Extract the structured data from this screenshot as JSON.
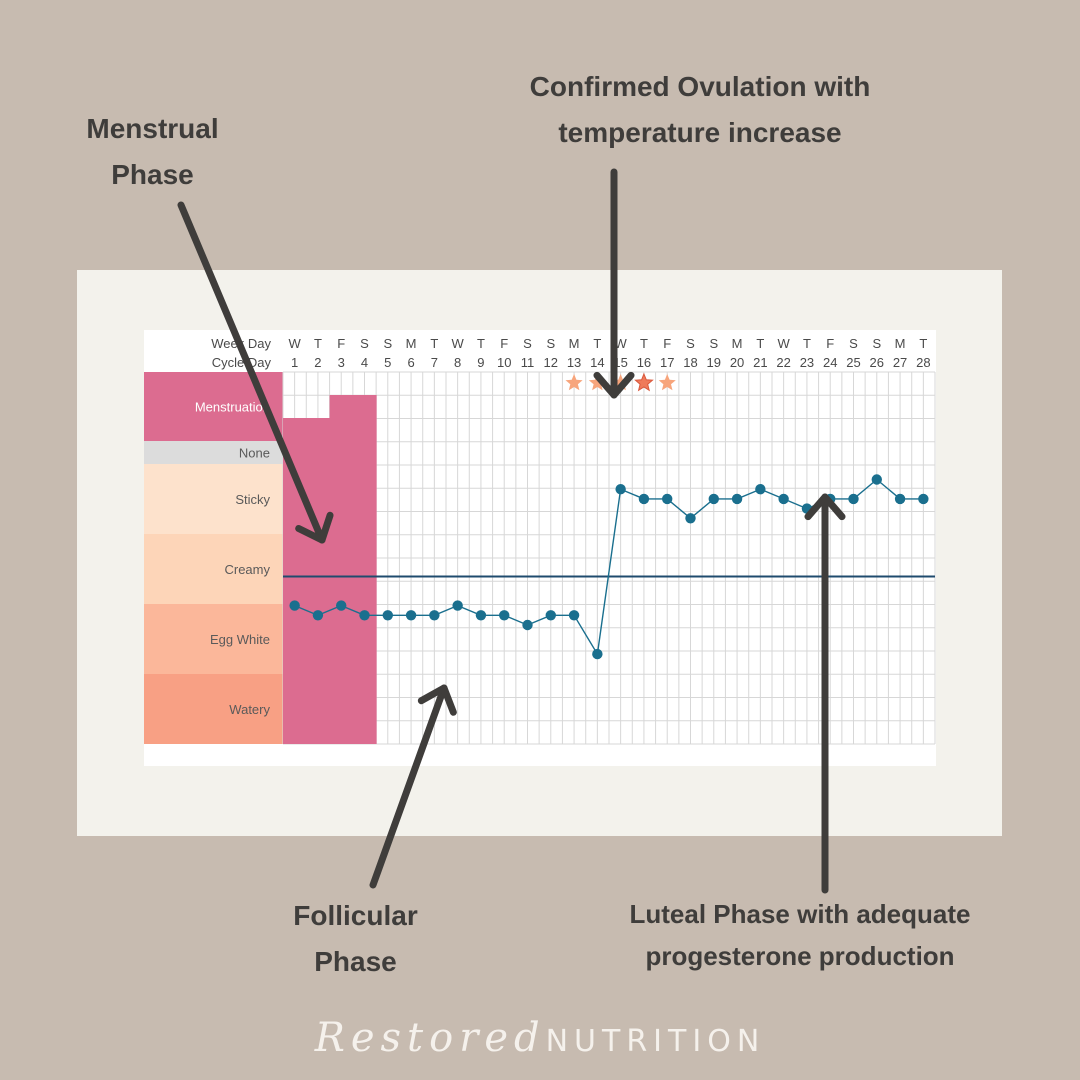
{
  "callouts": {
    "menstrual": "Menstrual\nPhase",
    "ovulation": "Confirmed Ovulation with\ntemperature increase",
    "follicular": "Follicular\nPhase",
    "luteal": "Luteal Phase with adequate\nprogesterone production"
  },
  "brand": {
    "script": "Restored",
    "caps": "NUTRITION"
  },
  "colors": {
    "background": "#c7bbb0",
    "card": "#f3f2ec",
    "menstruation_band": "#dc6c90",
    "none_band": "#dcdcdc",
    "sticky_band": "#fde2cc",
    "creamy_band": "#fdd5b8",
    "egg_white_band": "#fbb79a",
    "watery_band": "#f8a084",
    "temperature_line": "#1a6f8e",
    "coverline": "#1f4b6e",
    "arrow": "#3f3d3b",
    "star": "#f7a57c"
  },
  "chart_data": {
    "type": "line",
    "row_labels": {
      "week_day": "Week Day",
      "cycle_day": "Cycle Day"
    },
    "week_days": [
      "W",
      "T",
      "F",
      "S",
      "S",
      "M",
      "T",
      "W",
      "T",
      "F",
      "S",
      "S",
      "M",
      "T",
      "W",
      "T",
      "F",
      "S",
      "S",
      "M",
      "T",
      "W",
      "T",
      "F",
      "S",
      "S",
      "M",
      "T"
    ],
    "cycle_days": [
      1,
      2,
      3,
      4,
      5,
      6,
      7,
      8,
      9,
      10,
      11,
      12,
      13,
      14,
      15,
      16,
      17,
      18,
      19,
      20,
      21,
      22,
      23,
      24,
      25,
      26,
      27,
      28
    ],
    "mucus_categories": [
      "Menstruation",
      "None",
      "Sticky",
      "Creamy",
      "Egg White",
      "Watery"
    ],
    "menstruation_days": [
      1,
      2,
      3,
      4
    ],
    "star_days": [
      13,
      14,
      15,
      16,
      17
    ],
    "peak_star_day": 16,
    "temperature_levels": [
      -1.5,
      -2.0,
      -1.5,
      -2.0,
      -2.0,
      -2.0,
      -2.0,
      -1.5,
      -2.0,
      -2.0,
      -2.5,
      -2.0,
      -2.0,
      -4.0,
      4.5,
      4.0,
      4.0,
      3.0,
      4.0,
      4.0,
      4.5,
      4.0,
      3.5,
      4.0,
      4.0,
      5.0,
      4.0,
      4.0
    ],
    "coverline_level": 0
  }
}
